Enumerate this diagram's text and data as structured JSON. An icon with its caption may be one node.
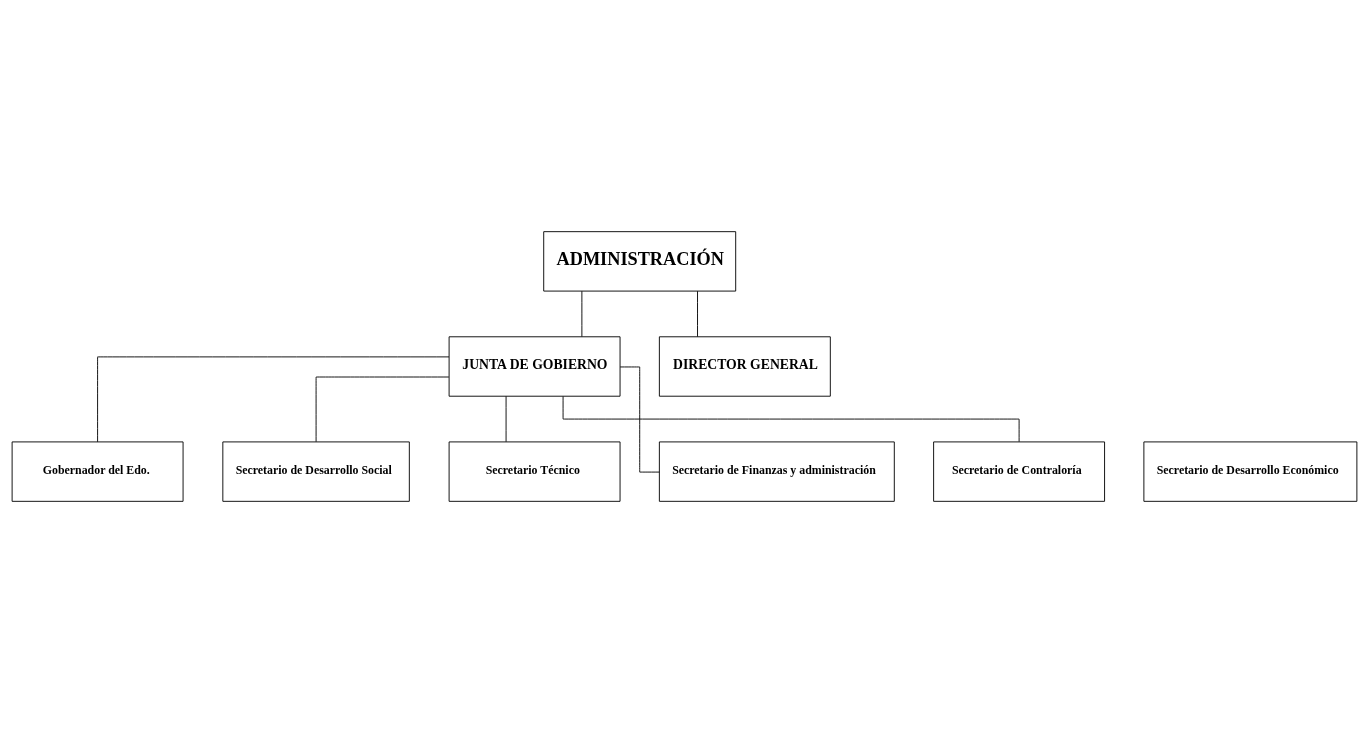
{
  "diagram": {
    "nodes": [
      {
        "text": [
          "ADMINISTRACIÓN"
        ]
      },
      {
        "text": [
          "JUNTA DE GOBIERNO"
        ]
      },
      {
        "text": [
          "DIRECTOR GENERAL"
        ]
      },
      {
        "text": [
          "Gobernador del Edo."
        ]
      },
      {
        "text": [
          "Secretario de Desarrollo Económico"
        ]
      },
      {
        "text": [
          "Secretario de Desarrollo Social"
        ]
      },
      {
        "text": [
          "Secretario Técnico"
        ]
      },
      {
        "text": [
          "Secretario de Finanzas y administración"
        ]
      },
      {
        "text": [
          "Secretario de Contraloría"
        ]
      }
    ],
    "edges": [
      {
        "from": 0,
        "to": 1,
        "arrow": "none"
      },
      {
        "from": 0,
        "to": 2,
        "arrow": "none"
      },
      {
        "from": 1,
        "to": 6,
        "arrow": "none"
      },
      {
        "from": 1,
        "to": 3,
        "arrow": "none"
      },
      {
        "from": 1,
        "to": 7,
        "arrow": "none"
      },
      {
        "from": 1,
        "to": 8,
        "arrow": "none"
      },
      {
        "from": 1,
        "to": 5,
        "arrow": "none"
      }
    ]
  }
}
